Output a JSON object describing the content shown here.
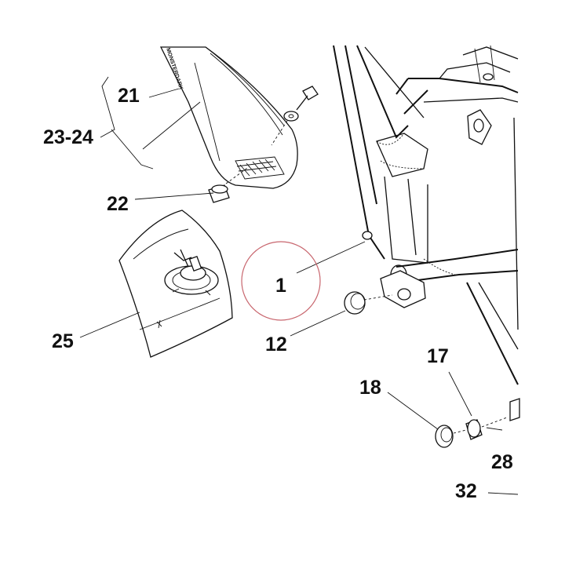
{
  "diagram": {
    "highlight_color": "#c8666e",
    "line_color": "#111111",
    "side_panel_text": "MONSTERDARK",
    "callouts": [
      {
        "id": "21",
        "label": "21"
      },
      {
        "id": "23-24",
        "label": "23-24"
      },
      {
        "id": "22",
        "label": "22"
      },
      {
        "id": "25",
        "label": "25"
      },
      {
        "id": "1",
        "label": "1"
      },
      {
        "id": "12",
        "label": "12"
      },
      {
        "id": "17",
        "label": "17"
      },
      {
        "id": "18",
        "label": "18"
      },
      {
        "id": "28",
        "label": "28"
      },
      {
        "id": "32",
        "label": "32"
      }
    ]
  }
}
